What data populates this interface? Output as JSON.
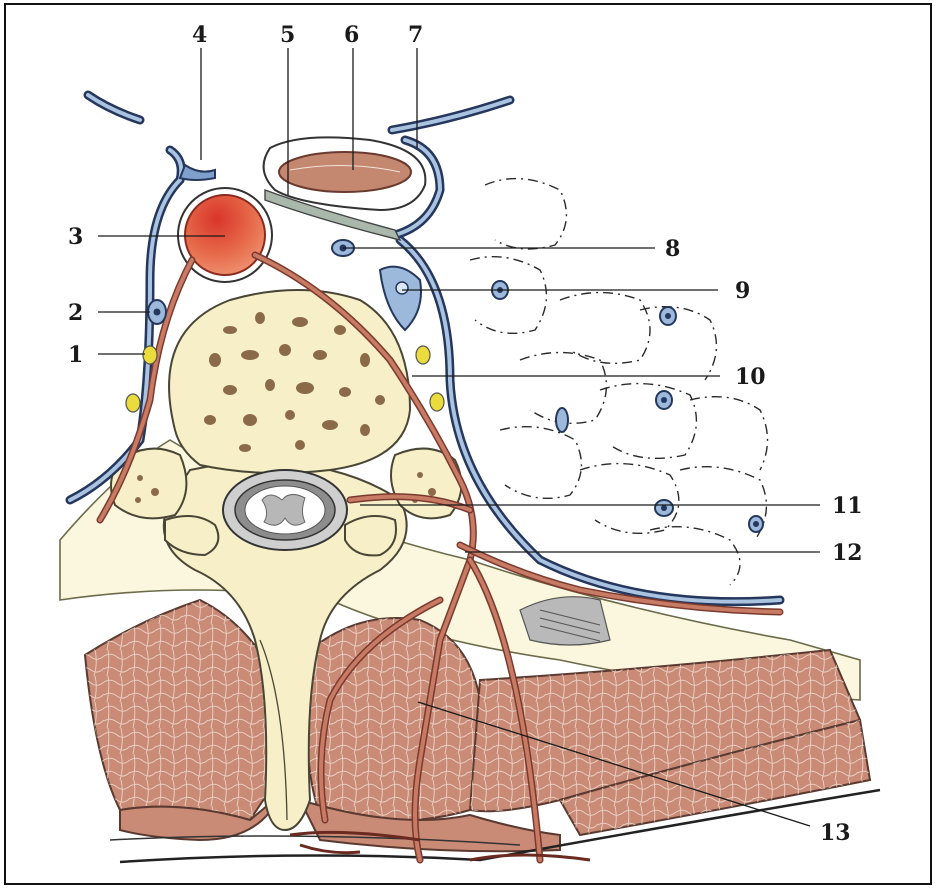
{
  "labels": {
    "l1": "1",
    "l2": "2",
    "l3": "3",
    "l4": "4",
    "l5": "5",
    "l6": "6",
    "l7": "7",
    "l8": "8",
    "l9": "9",
    "l10": "10",
    "l11": "11",
    "l12": "12",
    "l13": "13"
  },
  "colors": {
    "artery": "#c7361f",
    "muscle": "#c98a76",
    "bone": "#f6efc7",
    "pleura": "#25375c"
  }
}
